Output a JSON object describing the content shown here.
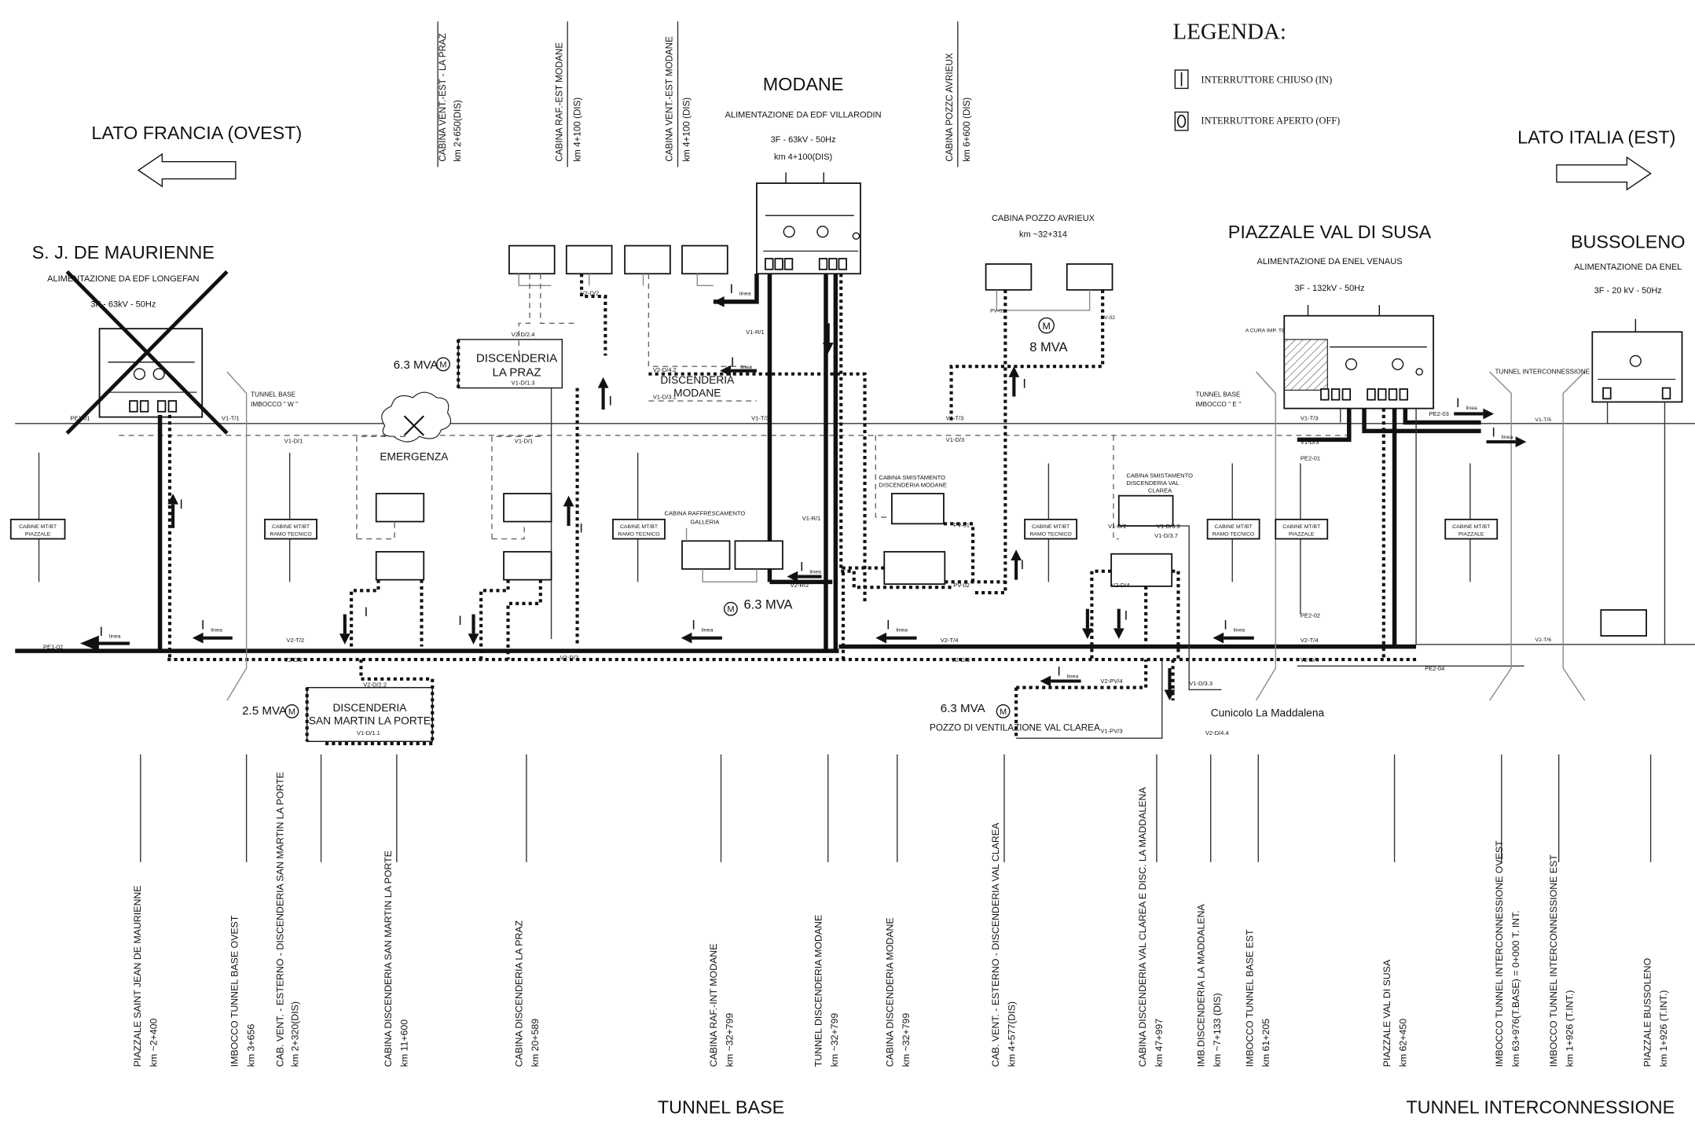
{
  "header": {
    "modane": {
      "title": "MODANE",
      "sub1": "ALIMENTAZIONE DA EDF VILLARODIN",
      "sub2": "3F - 63kV - 50Hz",
      "sub3": "km 4+100(DIS)"
    },
    "lato_francia": "LATO FRANCIA (OVEST)",
    "lato_italia": "LATO ITALIA (EST)"
  },
  "legend": {
    "title": "LEGENDA:",
    "closed": "INTERRUTTORE CHIUSO (IN)",
    "open": "INTERRUTTORE APERTO (OFF)",
    "closed_symbol": "I",
    "open_symbol": "O"
  },
  "top_cabins": [
    {
      "name": "CABINA VENT.-EST - LA PRAZ",
      "km": "km 2+650(DIS)"
    },
    {
      "name": "CABINA RAF.-EST MODANE",
      "km": "km 4+100 (DIS)"
    },
    {
      "name": "CABINA VENT.-EST MODANE",
      "km": "km 4+100 (DIS)"
    },
    {
      "name": "CABINA POZZC AVRIEUX",
      "km": "km 6+600 (DIS)"
    }
  ],
  "stations": {
    "sjm": {
      "title": "S. J. DE MAURIENNE",
      "sub1": "ALIMENTAZIONE DA EDF LONGEFAN",
      "sub2": "3F - 63kV - 50Hz"
    },
    "pozzo_avrieux": {
      "title": "CABINA POZZO AVRIEUX",
      "km": "km ~32+314",
      "mva": "8 MVA"
    },
    "valdisusa": {
      "title": "PIAZZALE VAL DI SUSA",
      "sub1": "ALIMENTAZIONE DA ENEL VENAUS",
      "sub2": "3F - 132kV - 50Hz",
      "cura": "A CURA IMP. TE"
    },
    "bussoleno": {
      "title": "BUSSOLENO",
      "sub1": "ALIMENTAZIONE DA ENEL",
      "sub2": "3F - 20 kV - 50Hz"
    }
  },
  "labels": {
    "tunnel_base_w": "TUNNEL BASE",
    "imbocco_w": "IMBOCCO \" W \"",
    "tunnel_base_e": "TUNNEL BASE",
    "imbocco_e": "IMBOCCO \" E \"",
    "tunnel_interconnessione": "TUNNEL INTERCONNESSIONE",
    "emergenza": "EMERGENZA",
    "mva_6_3": "6.3 MVA",
    "mva_2_5": "2.5 MVA",
    "mva_6_3_b": "6.3 MVA",
    "mva_6_3_c": "6.3 MVA",
    "disc_la_praz_1": "DISCENDERIA",
    "disc_la_praz_2": "LA PRAZ",
    "disc_modane_1": "DISCENDERIA",
    "disc_modane_2": "MODANE",
    "disc_smlp_1": "DISCENDERIA",
    "disc_smlp_2": "SAN MARTIN LA PORTE",
    "pozzo_val_clarea": "POZZO DI VENTILAZIONE VAL CLAREA",
    "cunicolo": "Cunicolo La Maddalena",
    "cabina_raff_1": "CABINA RAFFRESCAMENTO",
    "cabina_raff_2": "GALLERIA",
    "cab_smist_modane_1": "CABINA SMISTAMENTO",
    "cab_smist_modane_2": "DISCENDERIA MODANE",
    "cab_smist_clarea_1": "CABINA SMISTAMENTO",
    "cab_smist_clarea_2": "DISCENDERIA VAL",
    "cab_smist_clarea_3": "CLAREA",
    "i_symbol": "I",
    "i_sub": "linea",
    "motor": "M"
  },
  "mt_cabins": [
    {
      "l1": "CABINE MT/BT",
      "l2": "PIAZZALE"
    },
    {
      "l1": "CABINE MT/BT",
      "l2": "RAMO TECNICO"
    },
    {
      "l1": "CABINE MT/BT",
      "l2": "RAMO TECNICO"
    },
    {
      "l1": "CABINE MT/BT",
      "l2": "RAMO TECNICO"
    },
    {
      "l1": "CABINE MT/BT",
      "l2": "RAMO TECNICO"
    },
    {
      "l1": "CABINE MT/BT",
      "l2": "PIAZZALE"
    },
    {
      "l1": "CABINE MT/BT",
      "l2": "PIAZZALE"
    }
  ],
  "line_tags": {
    "pe1_01": "PE1-01",
    "v1_t1": "V1-T/1",
    "v1_d1": "V1-D/1",
    "v2_t2": "V2-T/2",
    "pe1_02": "PE1-02",
    "v2_d2": "V2-D/2",
    "v2_d22": "V2-D/2.2",
    "v1_d11": "V1-D/1.1",
    "v2_d24": "V2-D/2.4",
    "v1_d13": "V1-D/1.3",
    "v2_d2b": "V2-D/2",
    "v1_r1": "V1-R/1",
    "v2_d42": "V2-D/4.2",
    "v1_d31": "V1-D/3.1",
    "v1_t3": "V1-T/3",
    "v1_d3": "V1-D/3",
    "v1_r1b": "V1-R/1",
    "v2_r2": "V2-R/2",
    "v2_t4": "V2-T/4",
    "pv_01": "PV-01",
    "pv_02": "PV-02",
    "pv_01b": "PV-01",
    "pv_02b": "PV-02",
    "v2_pv4": "V2-PV/4",
    "v1_pv3": "V1-PV/3",
    "v1_d2": "V1-D/2",
    "v1_d39": "V1-D/3.9",
    "v1_d37": "V1-D/3.7",
    "v2_d4": "V2-D/4",
    "v1_d33": "V1-D/3.3",
    "v2_d44": "V2-D/4.4",
    "v1_t3b": "V1-T/3",
    "v1_d3b": "V1-D/3",
    "pe2_01": "PE2-01",
    "pe2_03": "PE2-03",
    "v1_t5": "V1-T/5",
    "pe2_02": "PE2-02",
    "v2_t4b": "V2-T/4",
    "v2_d4b": "V2-D/4",
    "pe2_04": "PE2-04",
    "v2_t6": "V2-T/6",
    "v2_d3": "V2-D/3",
    "v1_d1b": "V1-D/1"
  },
  "bottom_stations": [
    {
      "name": "PIAZZALE SAINT JEAN DE MAURIENNE",
      "km": "km ~2+400"
    },
    {
      "name": "IMBOCCO TUNNEL BASE OVEST",
      "km": "km 3+656"
    },
    {
      "name": "CAB. VENT. - ESTERNO - DISCENDERIA SAN MARTIN LA PORTE",
      "km": "km 2+320(DIS)"
    },
    {
      "name": "CABINA DISCENDERIA SAN MARTIN LA PORTE",
      "km": "km 11+600"
    },
    {
      "name": "CABINA DISCENDERIA LA PRAZ",
      "km": "km 20+589"
    },
    {
      "name": "CABINA RAF.-INT MODANE",
      "km": "km ~32+799"
    },
    {
      "name": "TUNNEL DISCENDERIA MODANE",
      "km": "km ~32+799"
    },
    {
      "name": "CABINA DISCENDERIA MODANE",
      "km": "km ~32+799"
    },
    {
      "name": "CAB. VENT. - ESTERNO - DISCENDERIA VAL CLAREA",
      "km": "km 4+577(DIS)"
    },
    {
      "name": "CABINA DISCENDERIA VAL CLAREA E DISC. LA MADDALENA",
      "km": "km 47+997"
    },
    {
      "name": "IMB.DISCENDERIA LA MADDALENA",
      "km": "km ~7+133 (DIS)"
    },
    {
      "name": "IMBOCCO TUNNEL BASE EST",
      "km": "km 61+205"
    },
    {
      "name": "PIAZZALE VAL DI SUSA",
      "km": "km 62+450"
    },
    {
      "name": "IMBOCCO TUNNEL INTERCONNESSIONE OVEST",
      "km": "km 63+976(T.BASE) = 0+000 T. INT."
    },
    {
      "name": "IMBOCCO TUNNEL INTERCONNESSIONE EST",
      "km": "km 1+926 (T.INT.)"
    },
    {
      "name": "PIAZZALE BUSSOLENO",
      "km": "km 1+926 (T.INT.)"
    }
  ],
  "footer": {
    "tunnel_base": "TUNNEL BASE",
    "tunnel_interconnessione": "TUNNEL INTERCONNESSIONE"
  }
}
